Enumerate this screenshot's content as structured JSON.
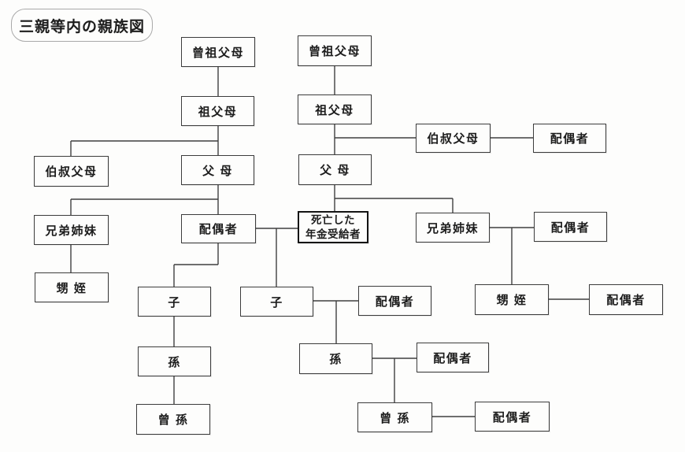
{
  "title": "三親等内の親族図",
  "nodes": {
    "great_grandparents_left": "曾祖父母",
    "great_grandparents_right": "曾祖父母",
    "grandparents_left": "祖父母",
    "grandparents_right": "祖父母",
    "uncles_aunts_left": "伯叔父母",
    "uncles_aunts_right": "伯叔父母",
    "uncles_aunts_right_spouse": "配偶者",
    "parents_left": "父 母",
    "parents_right": "父 母",
    "siblings_left": "兄弟姉妹",
    "spouse_left": "配偶者",
    "deceased": {
      "line1": "死亡した",
      "line2": "年金受給者"
    },
    "siblings_right": "兄弟姉妹",
    "siblings_right_spouse": "配偶者",
    "nephews_nieces_left": "甥 姪",
    "child_left": "子",
    "child_right": "子",
    "child_right_spouse": "配偶者",
    "nephews_nieces_right": "甥 姪",
    "nephews_nieces_right_spouse": "配偶者",
    "grandchild_left": "孫",
    "grandchild_right": "孫",
    "grandchild_right_spouse": "配偶者",
    "great_grandchild_left": "曾 孫",
    "great_grandchild_right": "曾 孫",
    "great_grandchild_right_spouse": "配偶者"
  }
}
